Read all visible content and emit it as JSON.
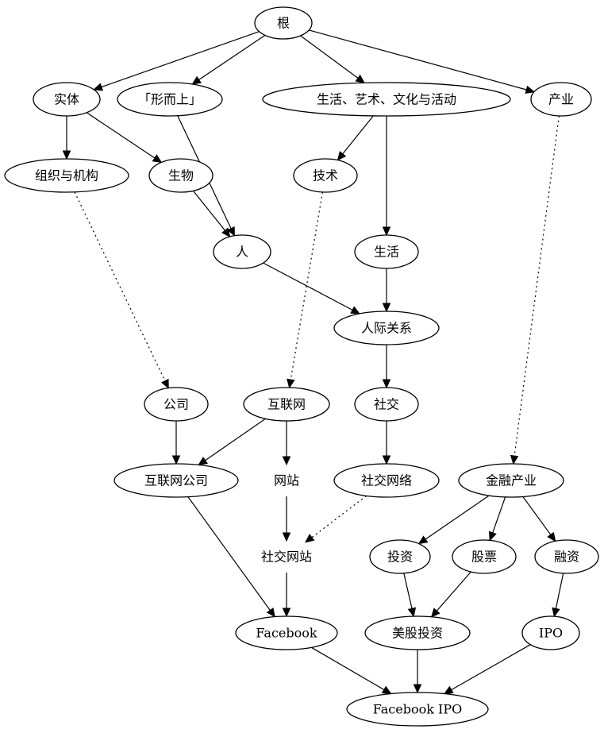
{
  "nodes": {
    "root": "根",
    "entity": "实体",
    "metaphysical": "「形而上」",
    "life_arts": "生活、艺术、文化与活动",
    "industry": "产业",
    "org": "组织与机构",
    "organism": "生物",
    "technology": "技术",
    "person": "人",
    "life": "生活",
    "relationship": "人际关系",
    "company": "公司",
    "internet": "互联网",
    "social": "社交",
    "internet_company": "互联网公司",
    "website": "网站",
    "social_network": "社交网络",
    "finance": "金融产业",
    "social_website": "社交网站",
    "investment": "投资",
    "stock": "股票",
    "financing": "融资",
    "facebook": "Facebook",
    "us_stock_investment": "美股投资",
    "ipo": "IPO",
    "facebook_ipo": "Facebook IPO"
  },
  "edges": [
    {
      "from": "root",
      "to": "entity",
      "style": "solid"
    },
    {
      "from": "root",
      "to": "metaphysical",
      "style": "solid"
    },
    {
      "from": "root",
      "to": "life_arts",
      "style": "solid"
    },
    {
      "from": "root",
      "to": "industry",
      "style": "solid"
    },
    {
      "from": "entity",
      "to": "org",
      "style": "solid"
    },
    {
      "from": "entity",
      "to": "organism",
      "style": "solid"
    },
    {
      "from": "metaphysical",
      "to": "person",
      "style": "solid"
    },
    {
      "from": "life_arts",
      "to": "technology",
      "style": "solid"
    },
    {
      "from": "life_arts",
      "to": "life",
      "style": "solid"
    },
    {
      "from": "industry",
      "to": "finance",
      "style": "dotted"
    },
    {
      "from": "org",
      "to": "company",
      "style": "dotted"
    },
    {
      "from": "organism",
      "to": "person",
      "style": "solid"
    },
    {
      "from": "technology",
      "to": "internet",
      "style": "dotted"
    },
    {
      "from": "person",
      "to": "relationship",
      "style": "solid"
    },
    {
      "from": "life",
      "to": "relationship",
      "style": "solid"
    },
    {
      "from": "relationship",
      "to": "social",
      "style": "solid"
    },
    {
      "from": "company",
      "to": "internet_company",
      "style": "solid"
    },
    {
      "from": "internet",
      "to": "internet_company",
      "style": "solid"
    },
    {
      "from": "internet",
      "to": "website",
      "style": "solid"
    },
    {
      "from": "social",
      "to": "social_network",
      "style": "solid"
    },
    {
      "from": "website",
      "to": "social_website",
      "style": "solid"
    },
    {
      "from": "social_network",
      "to": "social_website",
      "style": "dotted"
    },
    {
      "from": "finance",
      "to": "investment",
      "style": "solid"
    },
    {
      "from": "finance",
      "to": "stock",
      "style": "solid"
    },
    {
      "from": "finance",
      "to": "financing",
      "style": "solid"
    },
    {
      "from": "internet_company",
      "to": "facebook",
      "style": "solid"
    },
    {
      "from": "social_website",
      "to": "facebook",
      "style": "solid"
    },
    {
      "from": "investment",
      "to": "us_stock_investment",
      "style": "solid"
    },
    {
      "from": "stock",
      "to": "us_stock_investment",
      "style": "solid"
    },
    {
      "from": "financing",
      "to": "ipo",
      "style": "solid"
    },
    {
      "from": "facebook",
      "to": "facebook_ipo",
      "style": "solid"
    },
    {
      "from": "us_stock_investment",
      "to": "facebook_ipo",
      "style": "solid"
    },
    {
      "from": "ipo",
      "to": "facebook_ipo",
      "style": "solid"
    }
  ]
}
